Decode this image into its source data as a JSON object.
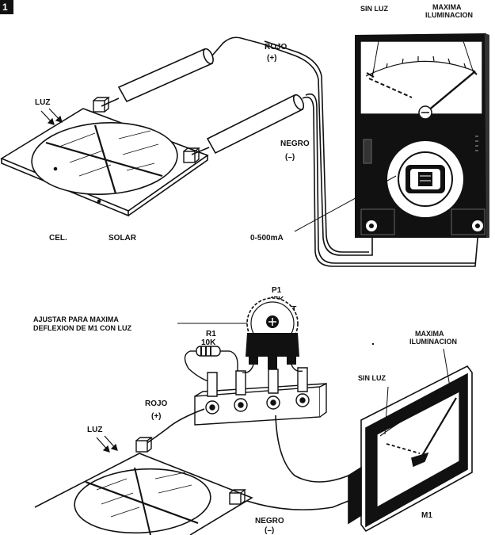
{
  "figure_number": "1",
  "top": {
    "label_luz": "LUZ",
    "label_sin_luz": "SIN LUZ",
    "label_maxima": "MAXIMA",
    "label_iluminacion": "ILUMINACION",
    "label_rojo": "ROJO",
    "label_plus": "(+)",
    "label_negro": "NEGRO",
    "label_minus": "(–)",
    "label_cel": "CEL.",
    "label_solar": "SOLAR",
    "label_range": "0-500mA"
  },
  "bottom": {
    "label_p1": "P1",
    "label_p1_value": "47K",
    "label_p1_type": "TRIM-POT",
    "label_ajustar_1": "AJUSTAR PARA MAXIMA",
    "label_ajustar_2": "DEFLEXION DE M1 CON LUZ",
    "label_r1": "R1",
    "label_r1_value": "10K",
    "label_maxima": "MAXIMA",
    "label_iluminacion": "ILUMINACION",
    "label_sin_luz": "SIN LUZ",
    "label_rojo": "ROJO",
    "label_plus": "(+)",
    "label_luz": "LUZ",
    "label_negro": "NEGRO",
    "label_minus": "(–)",
    "label_m1": "M1"
  },
  "colors": {
    "ink": "#111111",
    "paper": "#ffffff",
    "meter_body": "#1a1a1a"
  }
}
